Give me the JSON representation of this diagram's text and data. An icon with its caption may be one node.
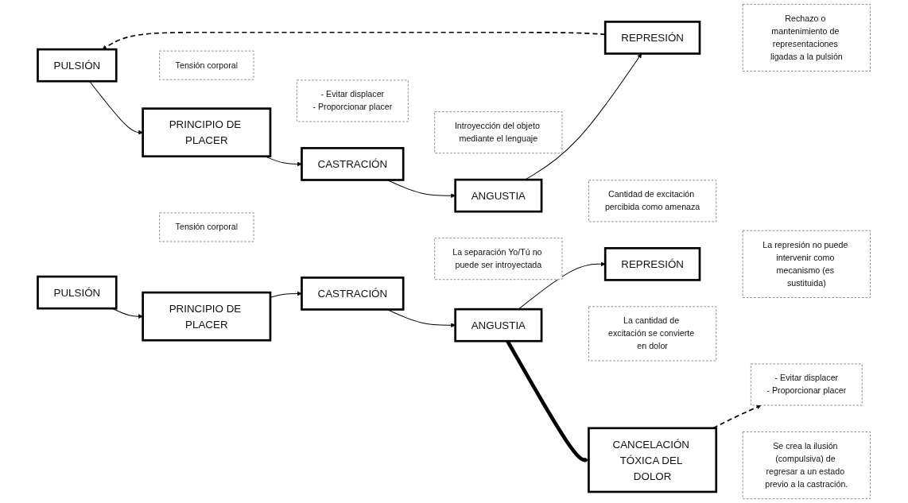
{
  "diagram": {
    "nodes": [
      {
        "text": [
          "PULSIÓN"
        ]
      },
      {
        "text": [
          "PRINCIPIO DE PLACER"
        ]
      },
      {
        "text": [
          "CASTRACIÓN"
        ]
      },
      {
        "text": [
          "ANGUSTIA"
        ]
      },
      {
        "text": [
          "REPRESIÓN"
        ]
      },
      {
        "text": [
          "Tensión corporal"
        ]
      },
      {
        "text": [
          "- Evitar displacer",
          "- Proporcionar placer"
        ]
      },
      {
        "text": [
          "Introyección del objeto mediante el lenguaje"
        ]
      },
      {
        "text": [
          "Cantidad de excitación percibida como amenaza"
        ]
      },
      {
        "text": [
          "Rechazo o mantenimiento de representaciones ligadas a la pulsión"
        ]
      },
      {
        "text": [
          "PULSIÓN"
        ]
      },
      {
        "text": [
          "PRINCIPIO DE PLACER"
        ]
      },
      {
        "text": [
          "CASTRACIÓN"
        ]
      },
      {
        "text": [
          "ANGUSTIA"
        ]
      },
      {
        "text": [
          "REPRESIÓN"
        ]
      },
      {
        "text": [
          "Tensión corporal"
        ]
      },
      {
        "text": [
          "- Evitar displacer",
          "- Proporcionar placer"
        ]
      },
      {
        "text": [
          "La separación Yo/Tú no puede ser introyectada"
        ]
      },
      {
        "text": [
          "La cantidad de excitación se convierte en dolor"
        ]
      },
      {
        "text": [
          "La represión no puede intervenir como mecanismo (es sustituida)"
        ]
      },
      {
        "text": [
          "CANCELACIÓN TÓXICA DEL DOLOR"
        ]
      },
      {
        "text": [
          "Se crea la ilusión (compulsiva) de regresar a un estado previo a la castración."
        ]
      }
    ],
    "edges": [
      {
        "from": 0,
        "to": 1,
        "arrow": "to"
      },
      {
        "from": 1,
        "to": 2,
        "arrow": "to"
      },
      {
        "from": 2,
        "to": 3,
        "arrow": "to"
      },
      {
        "from": 3,
        "to": 4,
        "arrow": "to"
      },
      {
        "from": 4,
        "to": 0,
        "arrow": "to",
        "style": "dashed"
      },
      {
        "from": 10,
        "to": 11,
        "arrow": "to"
      },
      {
        "from": 11,
        "to": 12,
        "arrow": "to"
      },
      {
        "from": 12,
        "to": 13,
        "arrow": "to"
      },
      {
        "from": 13,
        "to": 14,
        "arrow": "to"
      },
      {
        "from": 13,
        "to": 20,
        "arrow": "to",
        "style": "thick"
      },
      {
        "from": 20,
        "to": 16,
        "arrow": "to",
        "style": "dashed"
      }
    ]
  }
}
